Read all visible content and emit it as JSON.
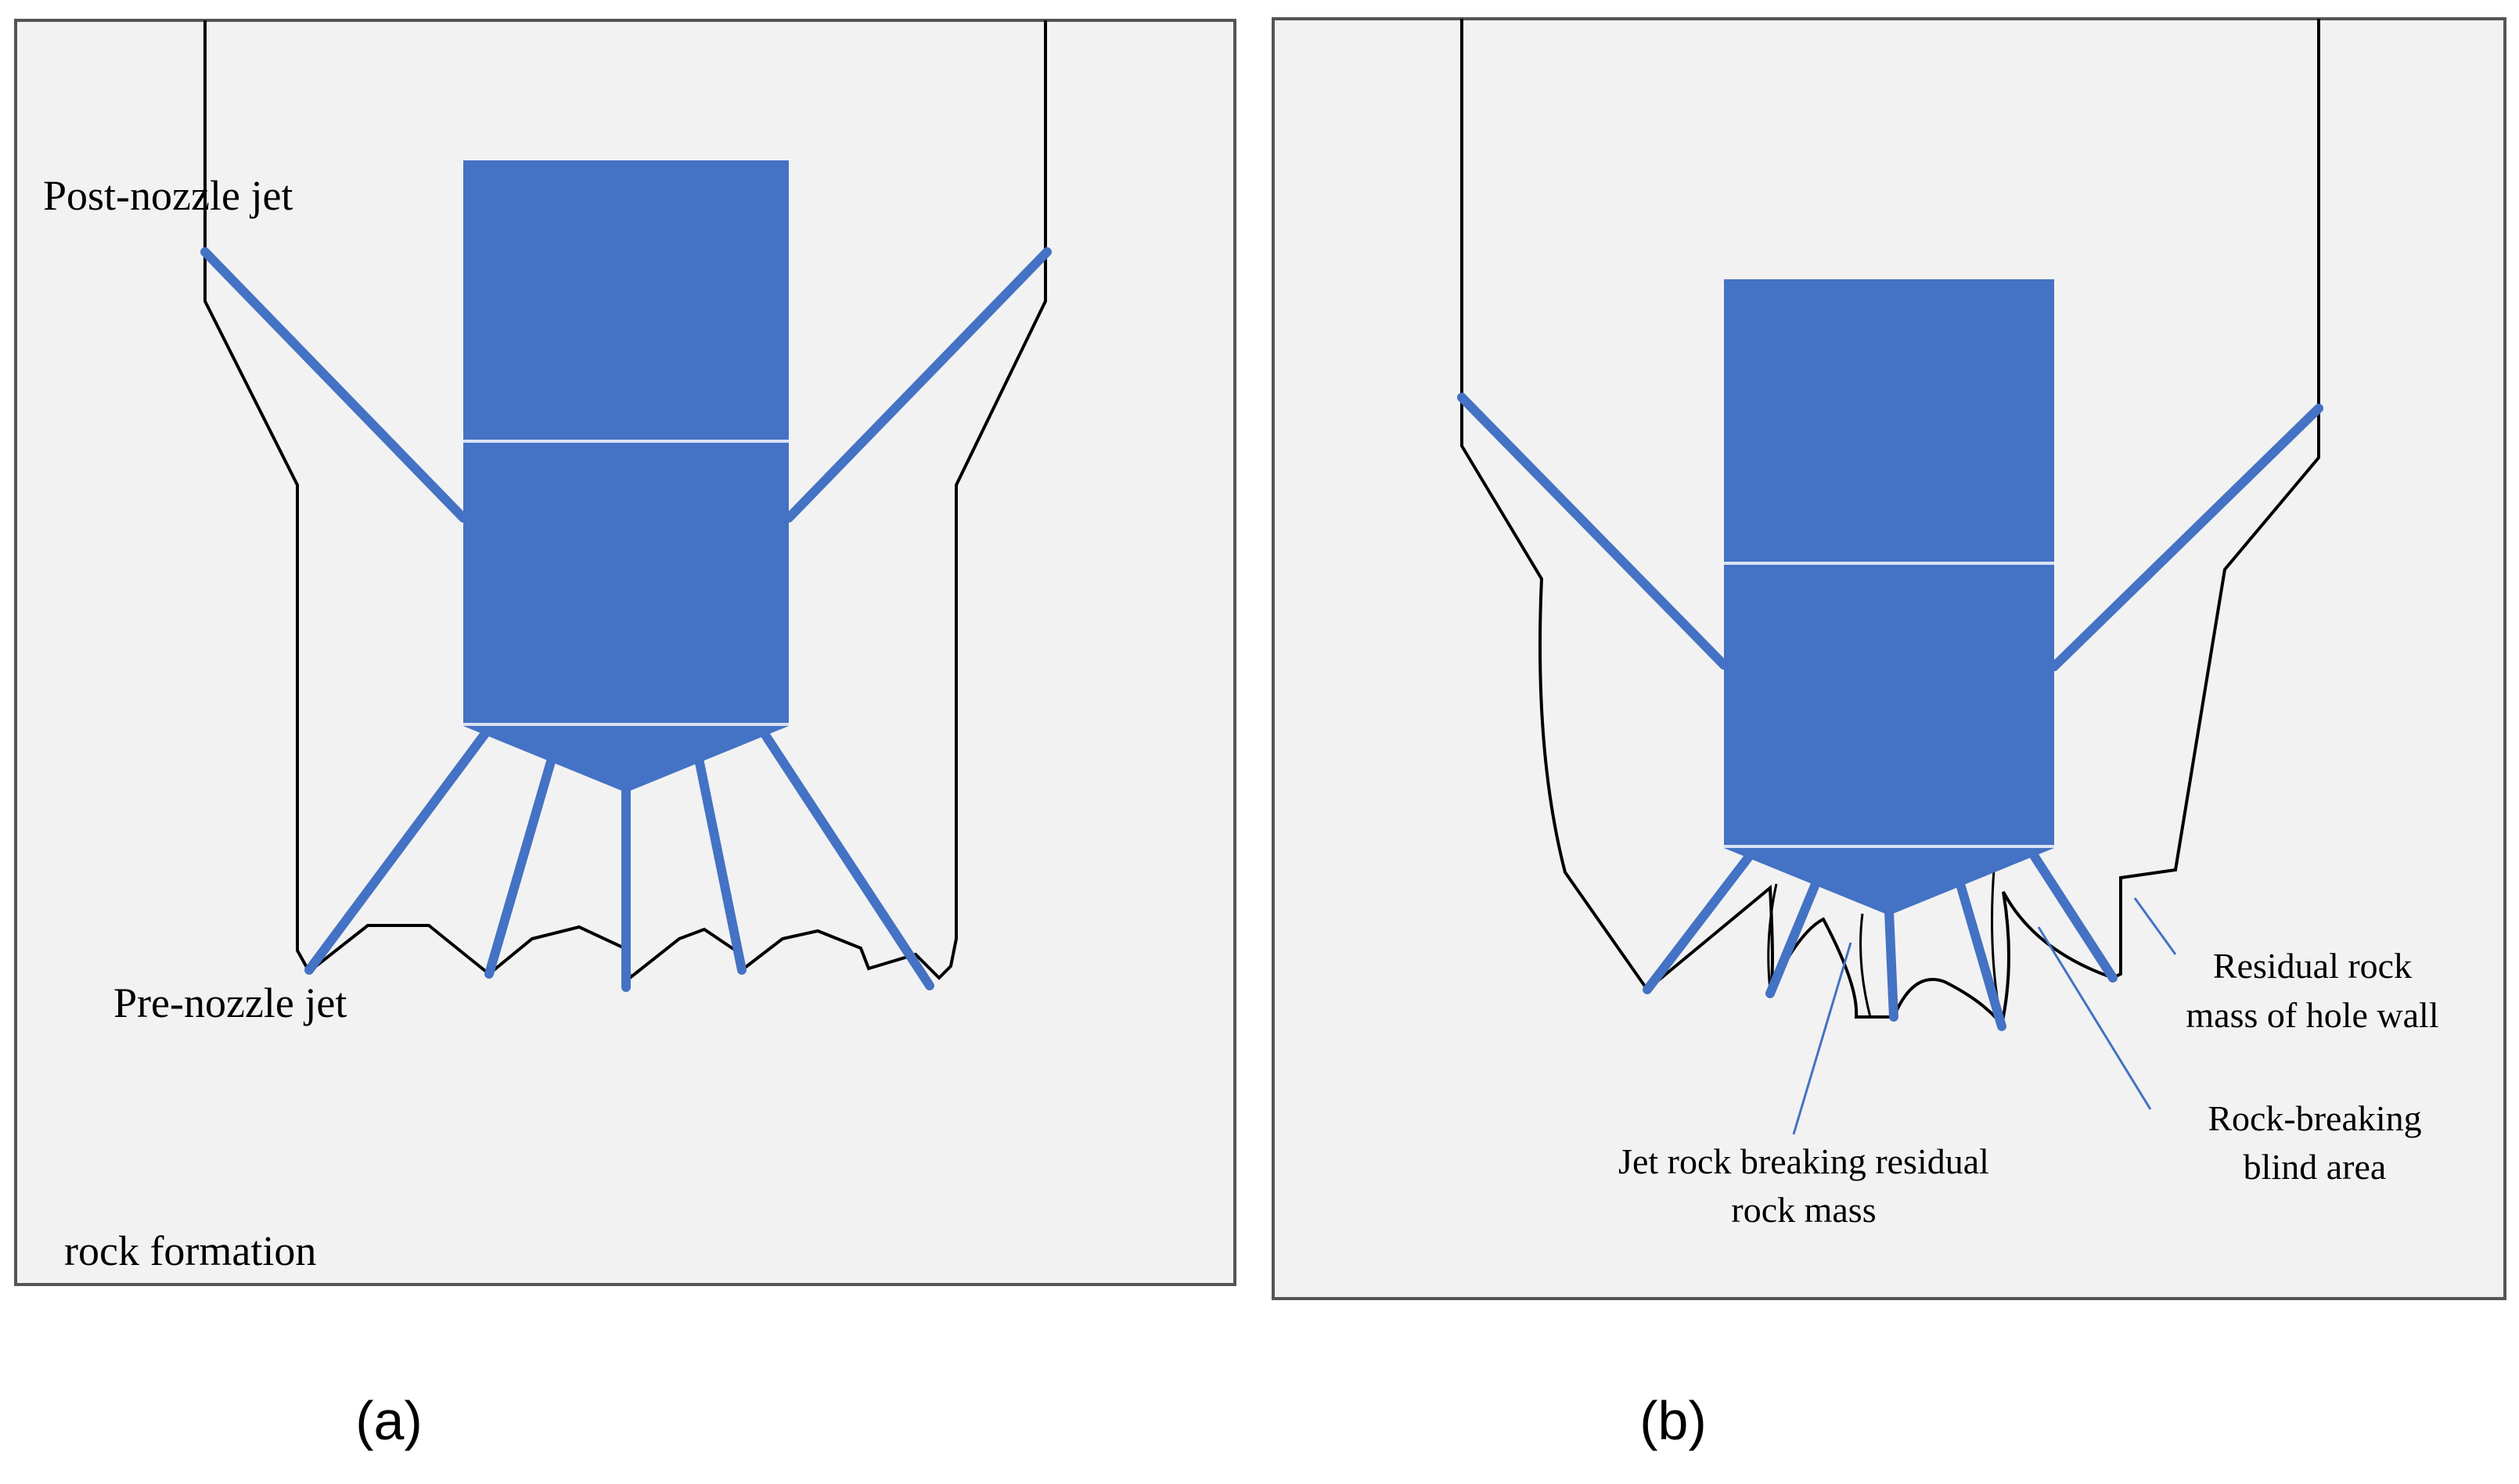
{
  "colors": {
    "panel_fill": "#f2f2f2",
    "panel_border": "#555555",
    "tool_blue": "#4472c4",
    "outline": "#000000",
    "leader": "#4472c4"
  },
  "panel_a": {
    "labels": {
      "post_nozzle": "Post-nozzle jet",
      "pre_nozzle": "Pre-nozzle jet",
      "rock_formation": "rock formation"
    },
    "caption": "(a)"
  },
  "panel_b": {
    "labels": {
      "residual_wall_line1": "Residual rock",
      "residual_wall_line2": "mass of hole wall",
      "blind_line1": "Rock-breaking",
      "blind_line2": "blind area",
      "jet_residual_line1": "Jet rock breaking residual",
      "jet_residual_line2": "rock mass"
    },
    "caption": "(b)"
  }
}
